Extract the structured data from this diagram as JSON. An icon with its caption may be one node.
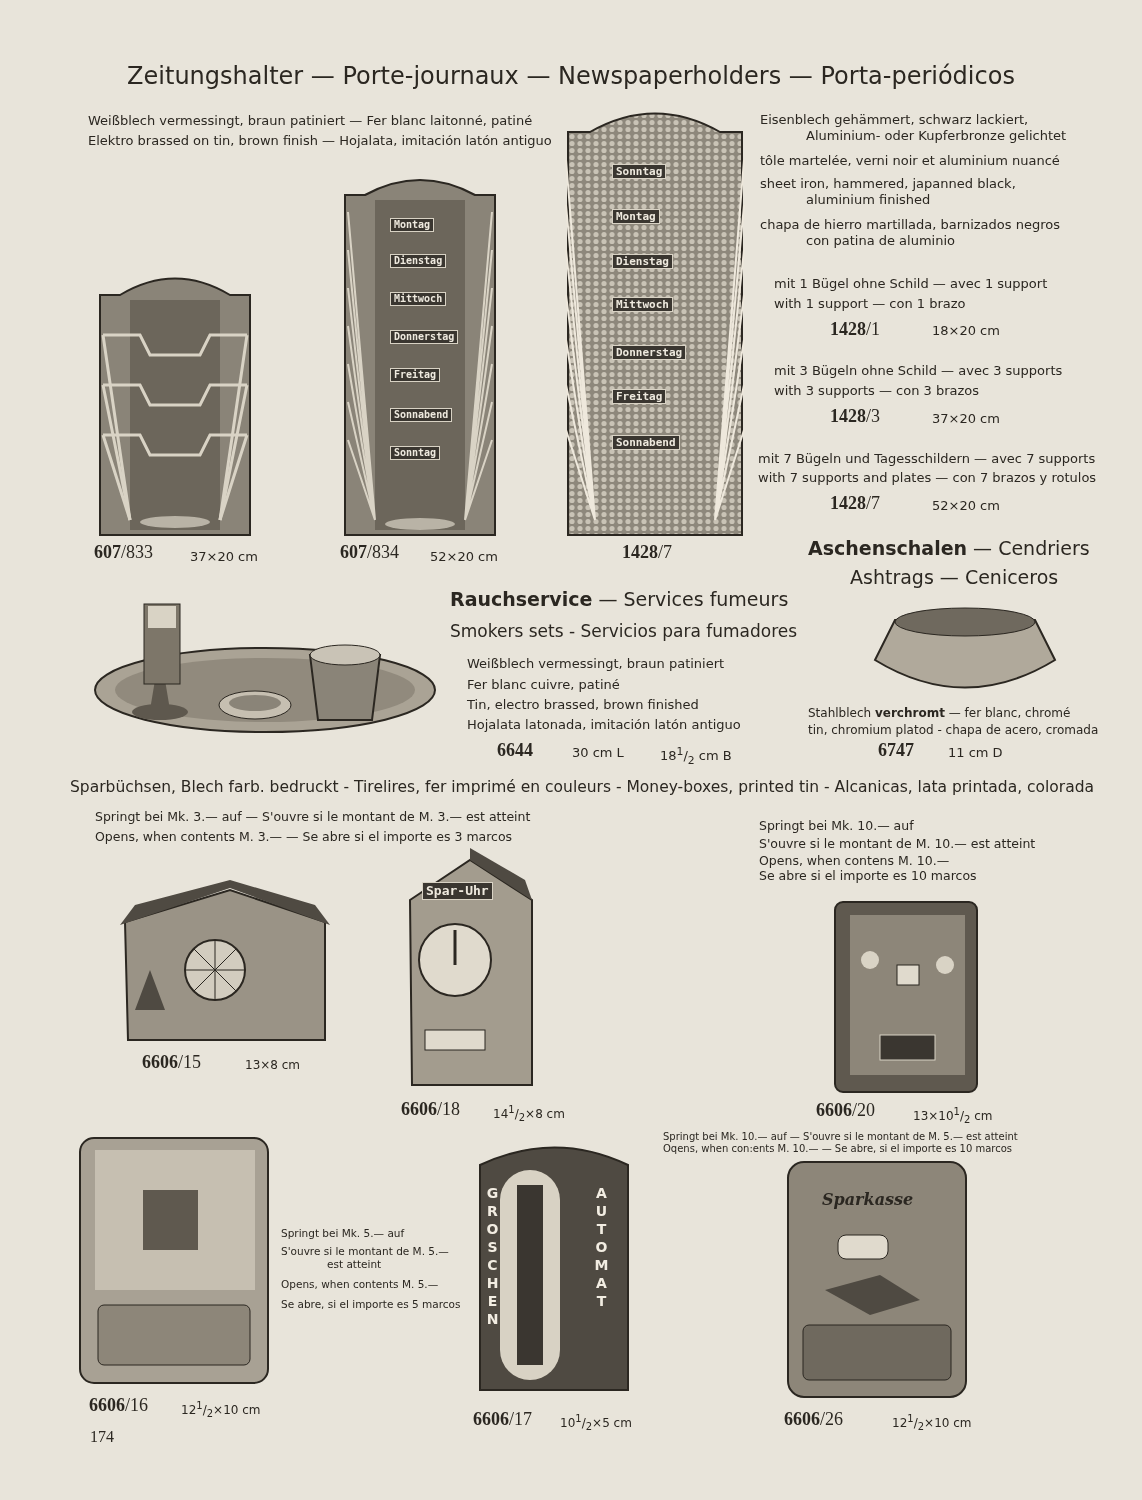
{
  "diagram": {
    "title": "Zeitungshalter — Porte-journaux — Newspaperholders — Porta-periódicos",
    "labels": [
      "Weißblech vermessingt, braun patiniert — Fer blanc laitonné, patiné",
      "Elektro brassed on tin, brown finish — Hojalata, imitación latón antiguo",
      "Eisenblech gehämmert, schwarz lackiert, Aluminium- oder Kupferbronze gelichtet",
      "tôle martelée, verni noir et aluminium nuancé",
      "sheet iron, hammered, japanned black, aluminium finished",
      "chapa de hierro martillada, barnizados negros con patina de aluminio",
      "mit 1 Bügel ohne Schild — avec 1 support",
      "with 1 support — con 1 brazo",
      "**1428**/1",
      "18×20 cm",
      "mit 3 Bügeln ohne Schild — avec 3 supports",
      "with 3 supports — con 3 brazos",
      "**1428**/3",
      "37×20 cm",
      "mit 7 Bügeln und Tagesschildern — avec 7 supports",
      "with 7 supports and plates — con 7 brazos y rotulos",
      "**1428**/7",
      "52×20 cm",
      "**607**/833",
      "37×20 cm",
      "**607**/834",
      "52×20 cm",
      "**1428**/7",
      "**Aschenschalen** — Cendriers",
      "Ashtrags — Ceniceros",
      "**Rauchservice** — Services fumeurs",
      "Smokers sets - Servicios para fumadores",
      "Weißblech vermessingt, braun patiniert",
      "Fer blanc cuivre, patiné",
      "Tin, electro brassed, brown finished",
      "Hojalata latonada, imitación latón antiguo",
      "**6644**",
      "30 cm L",
      "18$^{1}$/$_{2}$ cm B",
      "Stahlblech **verchromt** — fer blanc, chromé",
      "tin, chromium platod - chapa de acero, cromada",
      "**6747**",
      "11 cm D",
      "Sparbüchsen, Blech farb. bedruckt - Tirelires, fer imprimé en couleurs - Money-boxes, printed tin - Alcanicas, lata printada, colorada",
      "Springt bei Mk. 3.— auf — S'ouvre si le montant de M. 3.— est atteint",
      "Opens, when contents M. 3.— — Se abre si el importe es 3 marcos",
      "Springt bei Mk. 10.— auf",
      "S'ouvre si le montant de M. 10.— est atteint",
      "Opens, when contens M. 10.—",
      "Se abre si el importe es 10 marcos",
      "**6606**/15",
      "13×8 cm",
      "**6606**/18",
      "14$^{1}$/$_{2}$×8 cm",
      "**6606**/20",
      "13×10$^{1}$/$_{2}$ cm",
      "Springt bei Mk. 10.— auf — S'ouvre si le montant de M. 5.— est atteint",
      "Oqens, when con:ents M. 10.— — Se abre, si el importe es 10 marcos",
      "Springt bei Mk. 5.— auf",
      "S'ouvre si le montant de M. 5.— est atteint",
      "Opens, when contents M. 5.—",
      "Se abre, si el importe es 5 marcos",
      "**6606**/16",
      "12$^{1}$/$_{2}$×10 cm",
      "**6606**/17",
      "10$^{1}$/$_{2}$×5 cm",
      "**6606**/26",
      "12$^{1}$/$_{2}$×10 cm",
      "174",
      "Montag",
      "Dienstag",
      "Mittwoch",
      "Donnerstag",
      "Freitag",
      "Sonnabend",
      "Sonntag",
      "Sonntag",
      "Montag",
      "Dienstag",
      "Mittwoch",
      "Donnerstag",
      "Freitag",
      "Sonnabend",
      "Spar-Uhr",
      "GROSCHEN",
      "AUTOMAT",
      "Sparkasse"
    ]
  }
}
